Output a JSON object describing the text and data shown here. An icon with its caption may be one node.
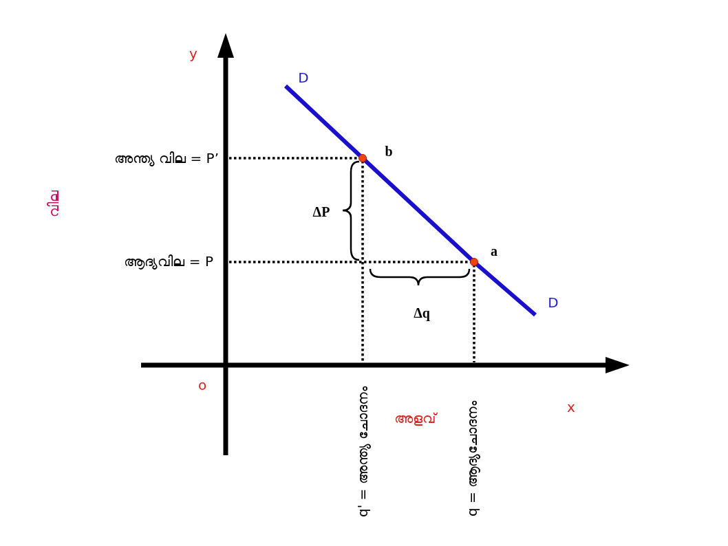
{
  "diagram": {
    "nodes": [
      {
        "text": [],
        "shape": "circle",
        "beside": [
          "b"
        ]
      },
      {
        "text": [],
        "shape": "circle",
        "beside": [
          "a"
        ]
      }
    ],
    "edges": [
      {
        "from": null,
        "to": 0,
        "arrow": "none"
      },
      {
        "from": 0,
        "to": 1,
        "arrow": "none"
      },
      {
        "from": 1,
        "to": null,
        "arrow": "none"
      }
    ],
    "labels": [
      "y",
      "D",
      "അന്ത്യ വില = P’",
      "വില",
      "ΔP",
      "ആദ്യവില = P",
      "Δq",
      "D",
      "o",
      "x",
      "അളവ്",
      "q' = അന്ത്യ ചോദനം",
      "q = ആദ്യചോദനം"
    ]
  }
}
